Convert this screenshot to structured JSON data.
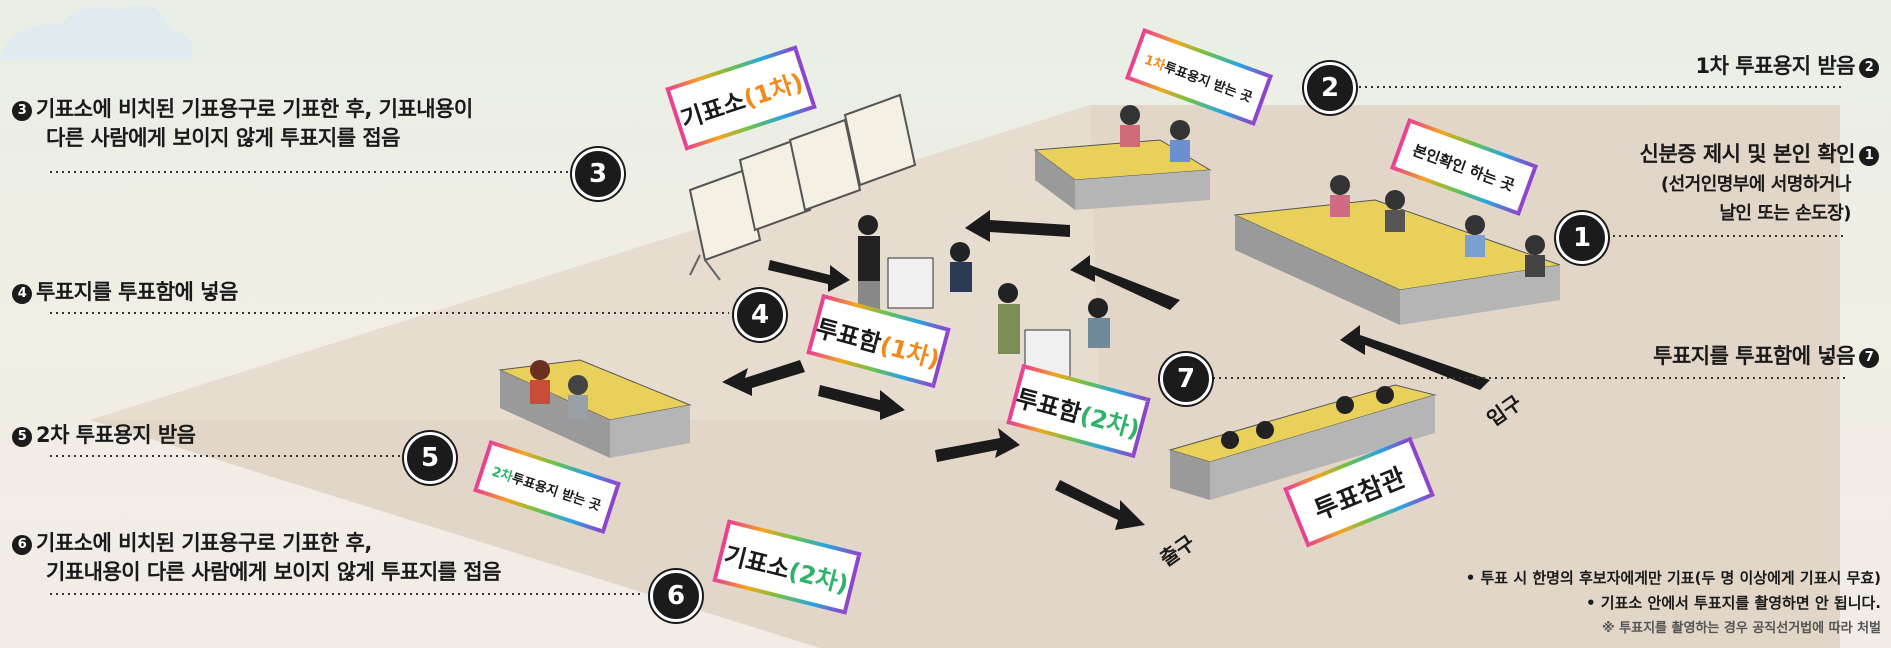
{
  "steps": {
    "s1": {
      "marker": "1",
      "line1": "신분증 제시 및 본인 확인",
      "line2": "(선거인명부에 서명하거나",
      "line3": "날인 또는 손도장)"
    },
    "s2": {
      "marker": "2",
      "text": "1차 투표용지 받음"
    },
    "s3": {
      "marker": "3",
      "line1": "기표소에 비치된 기표용구로 기표한 후, 기표내용이",
      "line2": "다른 사람에게 보이지 않게 투표지를 접음"
    },
    "s4": {
      "marker": "4",
      "text": "투표지를 투표함에 넣음"
    },
    "s5": {
      "marker": "5",
      "text": "2차 투표용지 받음"
    },
    "s6": {
      "marker": "6",
      "line1": "기표소에 비치된 기표용구로 기표한 후,",
      "line2": "기표내용이 다른 사람에게 보이지 않게 투표지를 접음"
    },
    "s7": {
      "marker": "7",
      "text": "투표지를 투표함에 넣음"
    }
  },
  "signs": {
    "booth1": {
      "main": "기표소",
      "suffix": "(1차)"
    },
    "ballot1_pickup": {
      "prefix": "1차",
      "main": "투표용지 받는 곳"
    },
    "identity_check": {
      "main": "본인확인 하는 곳"
    },
    "box1": {
      "main": "투표함",
      "suffix": "(1차)"
    },
    "box2": {
      "main": "투표함",
      "suffix": "(2차)"
    },
    "ballot2_pickup": {
      "prefix": "2차",
      "main": "투표용지 받는 곳"
    },
    "booth2": {
      "main": "기표소",
      "suffix": "(2차)"
    },
    "observers": {
      "main": "투표참관"
    }
  },
  "floor_labels": {
    "entrance": "입구",
    "exit": "출구"
  },
  "notes": {
    "line1": "• 투표 시 한명의 후보자에게만 기표(두 명 이상에게 기표시 무효)",
    "line2": "• 기표소 안에서 투표지를 촬영하면 안 됩니다.",
    "line3": "※ 투표지를 촬영하는 경우 공직선거법에 따라 처벌"
  },
  "colors": {
    "accent_orange": "#f08a1c",
    "accent_green": "#2fb36b",
    "table_top": "#e8d05a",
    "floor": "#ddd0c3"
  }
}
